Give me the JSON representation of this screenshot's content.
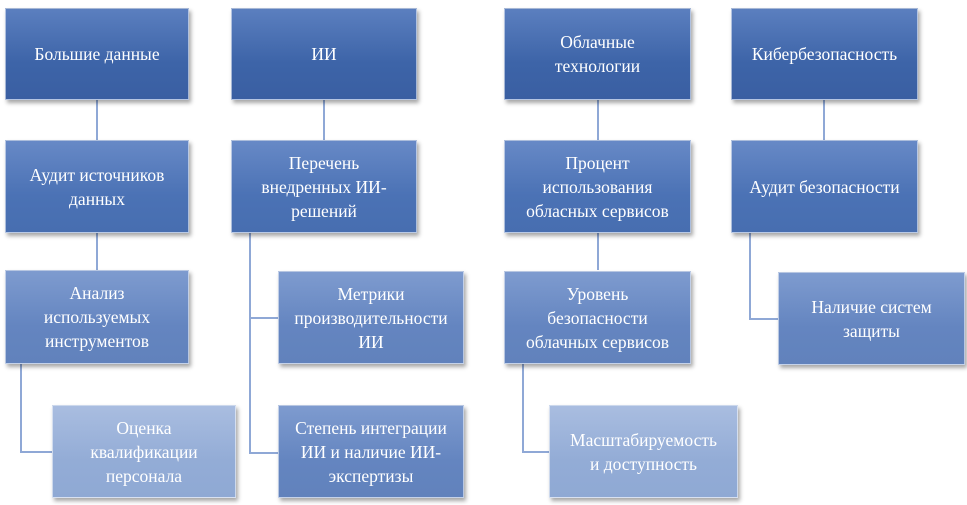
{
  "colors": {
    "level1": "#3d64a8",
    "level2": "#4b72b5",
    "level3": "#6485c0",
    "level4": "#93acd6",
    "connector": "#8fa8d6",
    "text": "#ffffff"
  },
  "columns": [
    {
      "title": "Большие данные",
      "items": [
        "Аудит источников\nданных",
        "Анализ\nиспользуемых\nинструментов",
        "Оценка\nквалификации\nперсонала"
      ]
    },
    {
      "title": "ИИ",
      "items": [
        "Перечень\nвнедренных ИИ-\nрешений",
        "Метрики\nпроизводительности\nИИ",
        "Степень интеграции\nИИ и наличие ИИ-\nэкспертизы"
      ]
    },
    {
      "title": "Облачные\nтехнологии",
      "items": [
        "Процент\nиспользования\nобласных сервисов",
        "Уровень\nбезопасности\nоблачных сервисов",
        "Масштабируемость\nи доступность"
      ]
    },
    {
      "title": "Кибербезопасность",
      "items": [
        "Аудит безопасности",
        "Наличие систем\nзащиты"
      ]
    }
  ]
}
